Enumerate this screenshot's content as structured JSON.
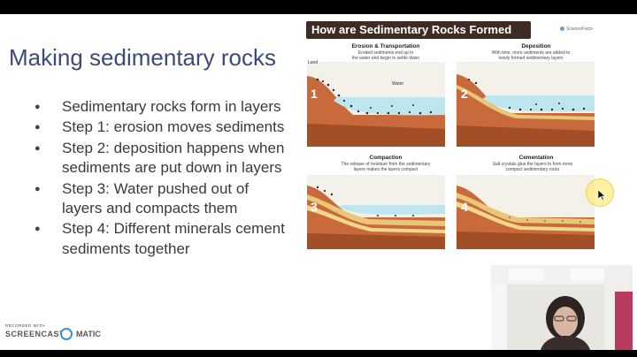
{
  "slide": {
    "title": "Making sedimentary rocks",
    "bullets": [
      "Sedimentary rocks form in layers",
      "Step 1: erosion moves sediments",
      "Step 2: deposition happens when sediments are put down in layers",
      "Step 3: Water pushed out of layers and compacts them",
      "Step 4: Different minerals cement sediments together"
    ]
  },
  "infographic": {
    "title": "How are Sedimentary Rocks Formed",
    "brand": "ScienceFacts",
    "steps": [
      {
        "number": "1",
        "heading": "Erosion & Transportation",
        "desc_lines": [
          "Eroded sediments end up in",
          "the water and begin to settle down"
        ],
        "labels": [
          "Land",
          "Water"
        ]
      },
      {
        "number": "2",
        "heading": "Deposition",
        "desc_lines": [
          "With time, more sediments are added to",
          "newly formed sedimentary layers"
        ],
        "labels": []
      },
      {
        "number": "3",
        "heading": "Compaction",
        "desc_lines": [
          "The release of moisture from the sedimentary",
          "layers makes the layers compact"
        ],
        "labels": []
      },
      {
        "number": "4",
        "heading": "Cementation",
        "desc_lines": [
          "Salt crystals glue the layers to form more",
          "compact sedimentary rocks"
        ],
        "labels": []
      }
    ]
  },
  "watermark": {
    "recorded_with": "RECORDED WITH",
    "brand_prefix": "SCREENCAST",
    "brand_suffix": "MATIC"
  },
  "webcam": {
    "icon": "presenter-video"
  },
  "colors": {
    "slide_title": "#3c4a78",
    "header_bg": "#3e2c24",
    "water": "#bde6ef",
    "soil": "#c86a3c",
    "sand": "#e8c878"
  }
}
